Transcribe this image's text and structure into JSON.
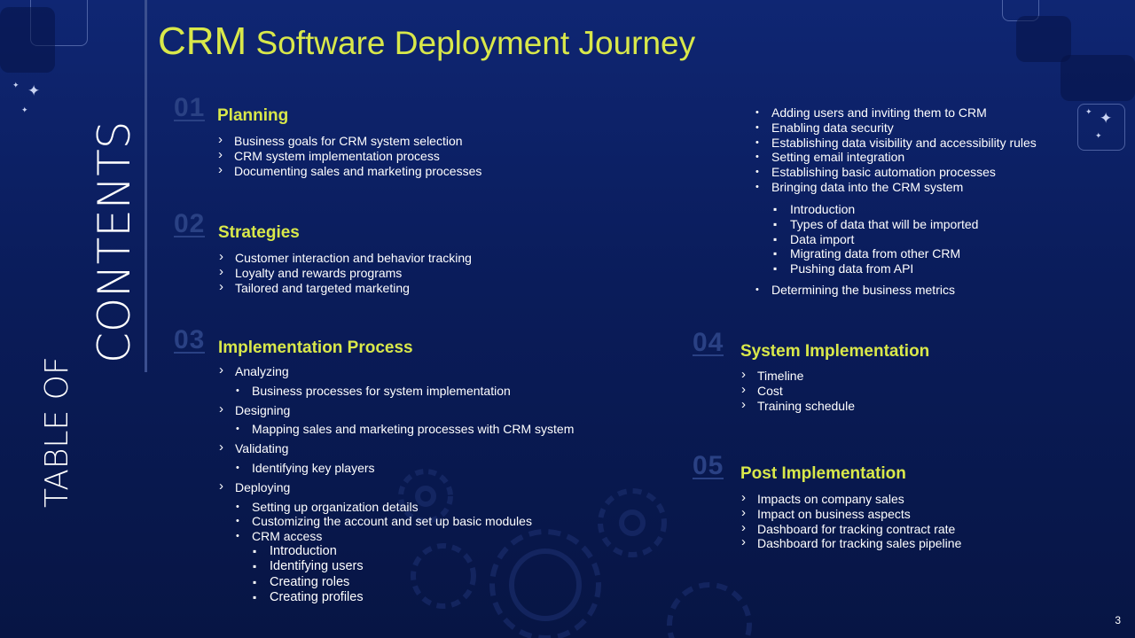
{
  "slide": {
    "title_part1": "CRM",
    "title_part2": "Software Deployment Journey",
    "side_title_line1": "TABLE OF",
    "side_title_line2": "CONTENTS",
    "page_number": "3"
  },
  "sections": [
    {
      "number": "01",
      "heading": "Planning",
      "items": [
        "Business goals for CRM system selection",
        "CRM system implementation process",
        "Documenting sales and marketing processes"
      ]
    },
    {
      "number": "02",
      "heading": "Strategies",
      "items": [
        "Customer interaction and behavior tracking",
        "Loyalty and rewards programs",
        "Tailored and targeted marketing"
      ]
    },
    {
      "number": "03",
      "heading": "Implementation Process",
      "items": [
        "Analyzing",
        "Business processes for system implementation",
        "Designing",
        "Mapping sales and marketing processes with CRM system",
        "Validating",
        "Identifying key players",
        "Deploying",
        "Setting up organization details",
        "Customizing the account and set up basic modules",
        "CRM access",
        "Introduction",
        "Identifying  users",
        "Creating roles",
        "Creating profiles"
      ]
    },
    {
      "number": "04",
      "heading": "System Implementation",
      "items": [
        "Timeline",
        "Cost",
        "Training schedule"
      ]
    },
    {
      "number": "05",
      "heading": "Post Implementation",
      "items": [
        "Impacts on company sales",
        "Impact on business aspects",
        "Dashboard for tracking contract rate",
        "Dashboard for tracking sales pipeline"
      ]
    }
  ],
  "crm_access_continued": {
    "items": [
      "Adding users and inviting them to CRM",
      "Enabling data security",
      "Establishing data visibility and accessibility rules",
      "Setting email integration",
      "Establishing basic automation processes",
      "Bringing data into the CRM system"
    ],
    "sub_items": [
      "Introduction",
      "Types of data that will be imported",
      "Data import",
      "Migrating data from other CRM",
      "Pushing data from API"
    ],
    "last_item": "Determining  the business metrics"
  }
}
